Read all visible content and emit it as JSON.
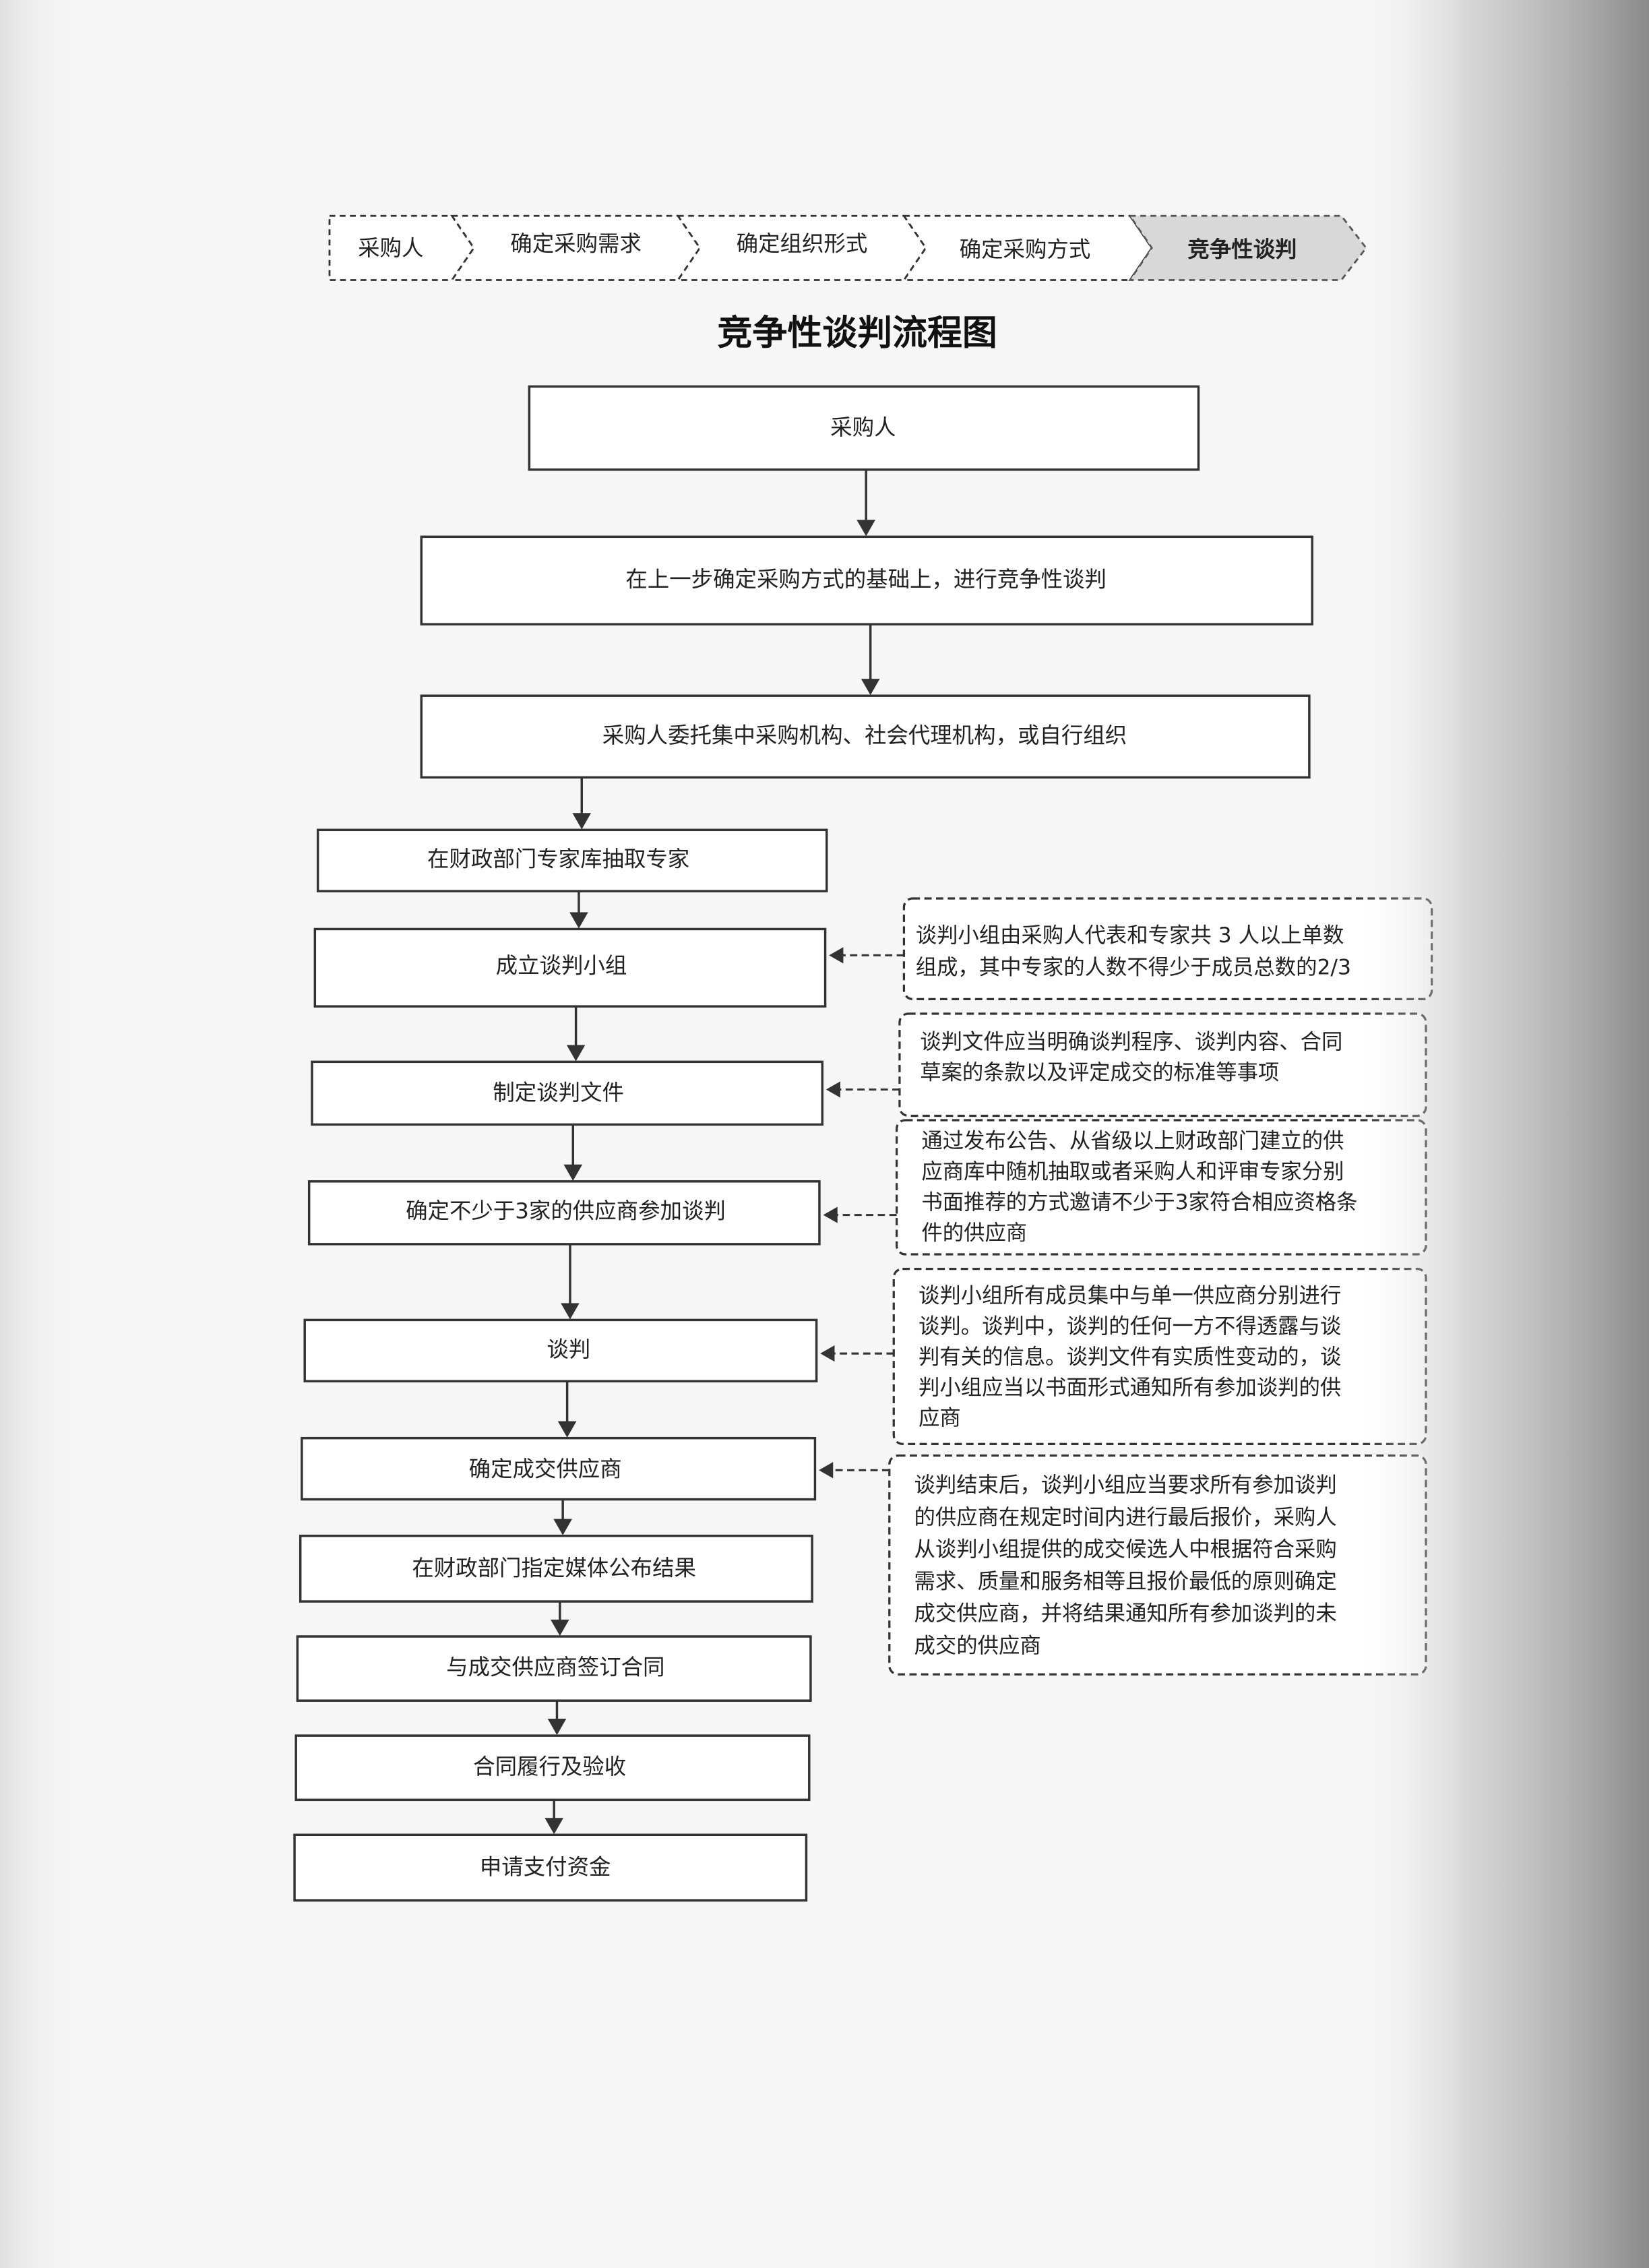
{
  "breadcrumb": [
    "采购人",
    "确定采购需求",
    "确定组织形式",
    "确定采购方式",
    "竞争性谈判"
  ],
  "title": "竞争性谈判流程图",
  "steps": [
    "采购人",
    "在上一步确定采购方式的基础上，进行竞争性谈判",
    "采购人委托集中采购机构、社会代理机构，或自行组织",
    "在财政部门专家库抽取专家",
    "成立谈判小组",
    "制定谈判文件",
    "确定不少于3家的供应商参加谈判",
    "谈判",
    "确定成交供应商",
    "在财政部门指定媒体公布结果",
    "与成交供应商签订合同",
    "合同履行及验收",
    "申请支付资金"
  ],
  "notes": [
    [
      "谈判小组由采购人代表和专家共 3 人以上单数",
      "组成，其中专家的人数不得少于成员总数的2/3"
    ],
    [
      "谈判文件应当明确谈判程序、谈判内容、合同",
      "草案的条款以及评定成交的标准等事项"
    ],
    [
      "通过发布公告、从省级以上财政部门建立的供",
      "应商库中随机抽取或者采购人和评审专家分别",
      "书面推荐的方式邀请不少于3家符合相应资格条",
      "件的供应商"
    ],
    [
      "谈判小组所有成员集中与单一供应商分别进行",
      "谈判。谈判中，谈判的任何一方不得透露与谈",
      "判有关的信息。谈判文件有实质性变动的，谈",
      "判小组应当以书面形式通知所有参加谈判的供",
      "应商"
    ],
    [
      "谈判结束后，谈判小组应当要求所有参加谈判",
      "的供应商在规定时间内进行最后报价，采购人",
      "从谈判小组提供的成交候选人中根据符合采购",
      "需求、质量和服务相等且报价最低的原则确定",
      "成交供应商，并将结果通知所有参加谈判的未",
      "成交的供应商"
    ]
  ]
}
